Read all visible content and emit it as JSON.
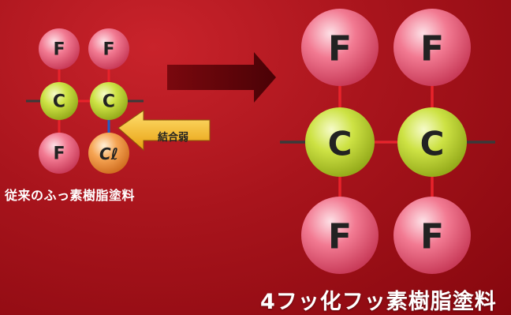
{
  "left_molecule": {
    "atoms": [
      "F",
      "F",
      "C",
      "C",
      "F",
      "Cℓ"
    ],
    "callout": "結合弱",
    "caption": "従来のふっ素樹脂塗料"
  },
  "right_molecule": {
    "atoms": [
      "F",
      "F",
      "C",
      "C",
      "F",
      "F"
    ],
    "caption": "4フッ化フッ素樹脂塗料"
  },
  "colors": {
    "background": "#a8141c",
    "fluorine": "#f0708a",
    "carbon": "#c6dc3a",
    "chlorine": "#f5a050",
    "bond_red": "#e8232b",
    "bond_dark": "#3a3a3a",
    "weak_bond": "#2060c8",
    "callout": "#f5c030",
    "arrow": "#5a0508"
  }
}
